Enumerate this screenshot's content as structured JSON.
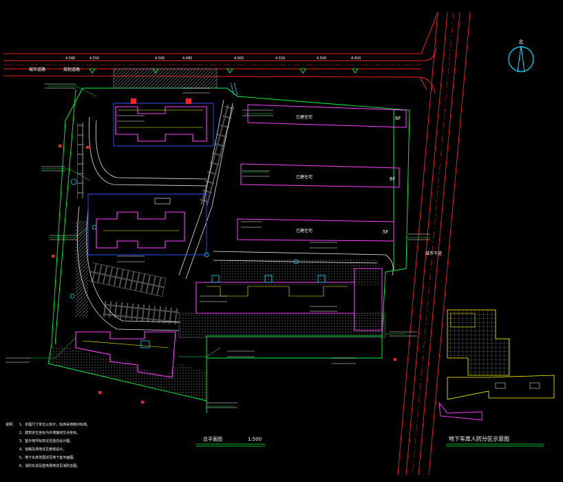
{
  "drawing": {
    "north_label": "北",
    "plan_title": "总平面图",
    "plan_scale": "1:500",
    "inset_title": "地下车库人防分区示意图",
    "notes_heading": "说明：",
    "notes": [
      "1、本图尺寸单位以米计，标高采用绝对标高。",
      "2、建筑定位坐标为外墙轴线交点坐标。",
      "3、室外地坪标高详见竖向设计图。",
      "4、道路及场地详见景观设计。",
      "5、地下车库范围详见地下室平面图。",
      "6、消防车道及登高场地详见消防总图。"
    ],
    "road_labels": [
      "城市道路",
      "规划道路",
      "城市干道"
    ],
    "floor_tags": [
      "6F",
      "6F",
      "5F"
    ],
    "building_labels": [
      "已建住宅",
      "已建住宅",
      "已建住宅"
    ],
    "elevations": [
      "4.580",
      "4.550",
      "4.500",
      "4.480",
      "4.600",
      "4.550",
      "4.500",
      "4.450"
    ],
    "colors": {
      "background": "#000000",
      "road": "#ff2020",
      "boundary": "#00ff40",
      "building": "#ff40ff",
      "annotation": "#ffffff",
      "hatch": "#9aa0a6",
      "highlight": "#ffff00",
      "cyan": "#00e5ff",
      "blue": "#3050ff"
    }
  }
}
